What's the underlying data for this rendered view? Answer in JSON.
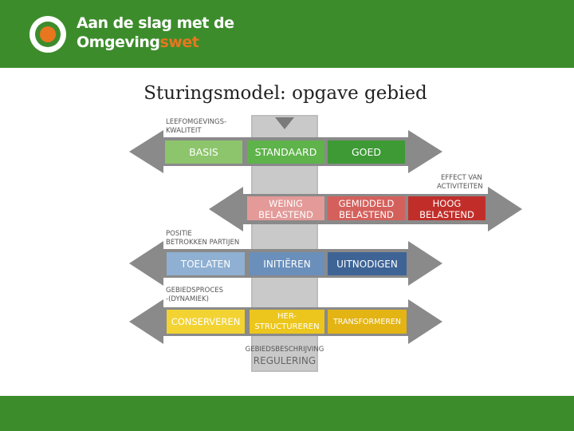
{
  "header": {
    "brand_line1": "Aan de slag met de",
    "brand_line2a": "Omgeving",
    "brand_line2b": "swet"
  },
  "slide": {
    "title": "Sturingsmodel: opgave gebied"
  },
  "diagram": {
    "labels": {
      "kwaliteit_1": "LEEFOMGEVINGS-",
      "kwaliteit_2": "KWALITEIT",
      "effect_1": "EFFECT VAN",
      "effect_2": "ACTIVITEITEN",
      "positie_1": "POSITIE",
      "positie_2": "BETROKKEN PARTIJEN",
      "gebied_1": "GEBIEDSPROCES",
      "gebied_2": "-(DYNAMIEK)",
      "beschrijving": "GEBIEDSBESCHRIJVING",
      "regulering": "REGULERING"
    },
    "rows": [
      {
        "name": "kwaliteit",
        "boxes": [
          {
            "line1": "BASIS",
            "line2": "",
            "color": "#8cc56b"
          },
          {
            "line1": "STANDAARD",
            "line2": "",
            "color": "#5eb34a"
          },
          {
            "line1": "GOED",
            "line2": "",
            "color": "#3d9a35"
          }
        ]
      },
      {
        "name": "effect",
        "boxes": [
          {
            "line1": "WEINIG",
            "line2": "BELASTEND",
            "color": "#e39a98"
          },
          {
            "line1": "GEMIDDELD",
            "line2": "BELASTEND",
            "color": "#d4605c"
          },
          {
            "line1": "HOOG",
            "line2": "BELASTEND",
            "color": "#c12e2a"
          }
        ]
      },
      {
        "name": "positie",
        "boxes": [
          {
            "line1": "TOELATEN",
            "line2": "",
            "color": "#8fb0d2"
          },
          {
            "line1": "INITIËREN",
            "line2": "",
            "color": "#6a8fbb"
          },
          {
            "line1": "UITNODIGEN",
            "line2": "",
            "color": "#3e6496"
          }
        ]
      },
      {
        "name": "gebiedsproces",
        "boxes": [
          {
            "line1": "CONSERVEREN",
            "line2": "",
            "color": "#f2d332"
          },
          {
            "line1": "HER-",
            "line2": "STRUCTUREREN",
            "color": "#ecc61c"
          },
          {
            "line1": "TRANSFORMEREN",
            "line2": "",
            "color": "#e3b413"
          }
        ]
      }
    ]
  }
}
